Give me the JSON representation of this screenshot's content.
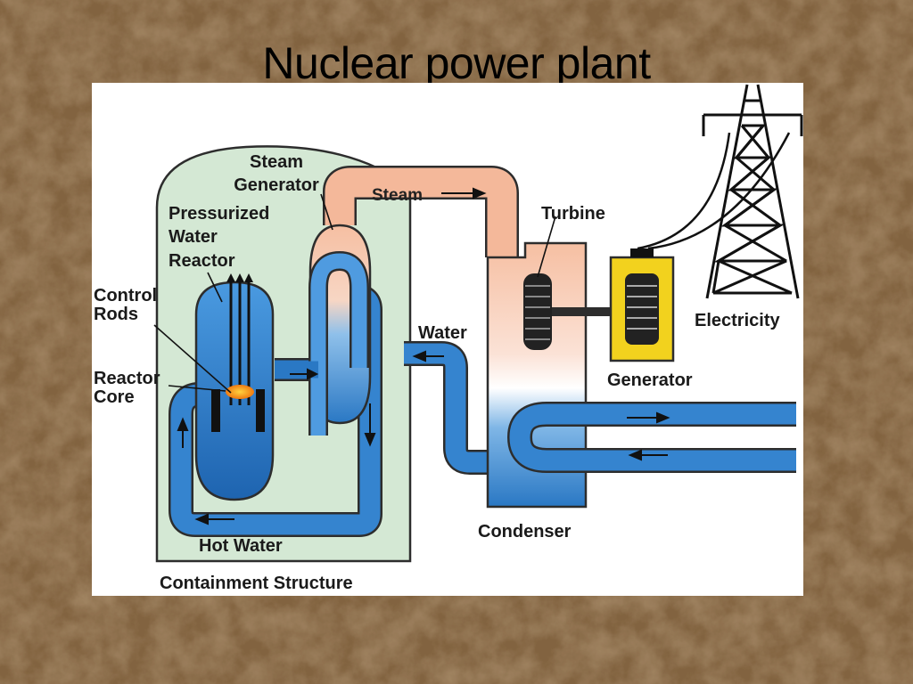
{
  "slide": {
    "title": "Nuclear power plant"
  },
  "diagram": {
    "labels": {
      "steam_generator": [
        "Steam",
        "Generator"
      ],
      "pwr": [
        "Pressurized",
        "Water",
        "Reactor"
      ],
      "control_rods": [
        "Control",
        "Rods"
      ],
      "reactor_core": [
        "Reactor",
        "Core"
      ],
      "steam": "Steam",
      "turbine": "Turbine",
      "water": "Water",
      "electricity": "Electricity",
      "generator": "Generator",
      "hot_water": "Hot Water",
      "condenser": "Condenser",
      "containment": "Containment Structure"
    },
    "colors": {
      "containment_fill": "#d4e8d4",
      "steam_fill": "#f4b89a",
      "water_blue": "#2a78c4",
      "generator_yellow": "#f2d21e",
      "core_glow": "#f39c12",
      "background_brown": "#5a3c22"
    }
  }
}
